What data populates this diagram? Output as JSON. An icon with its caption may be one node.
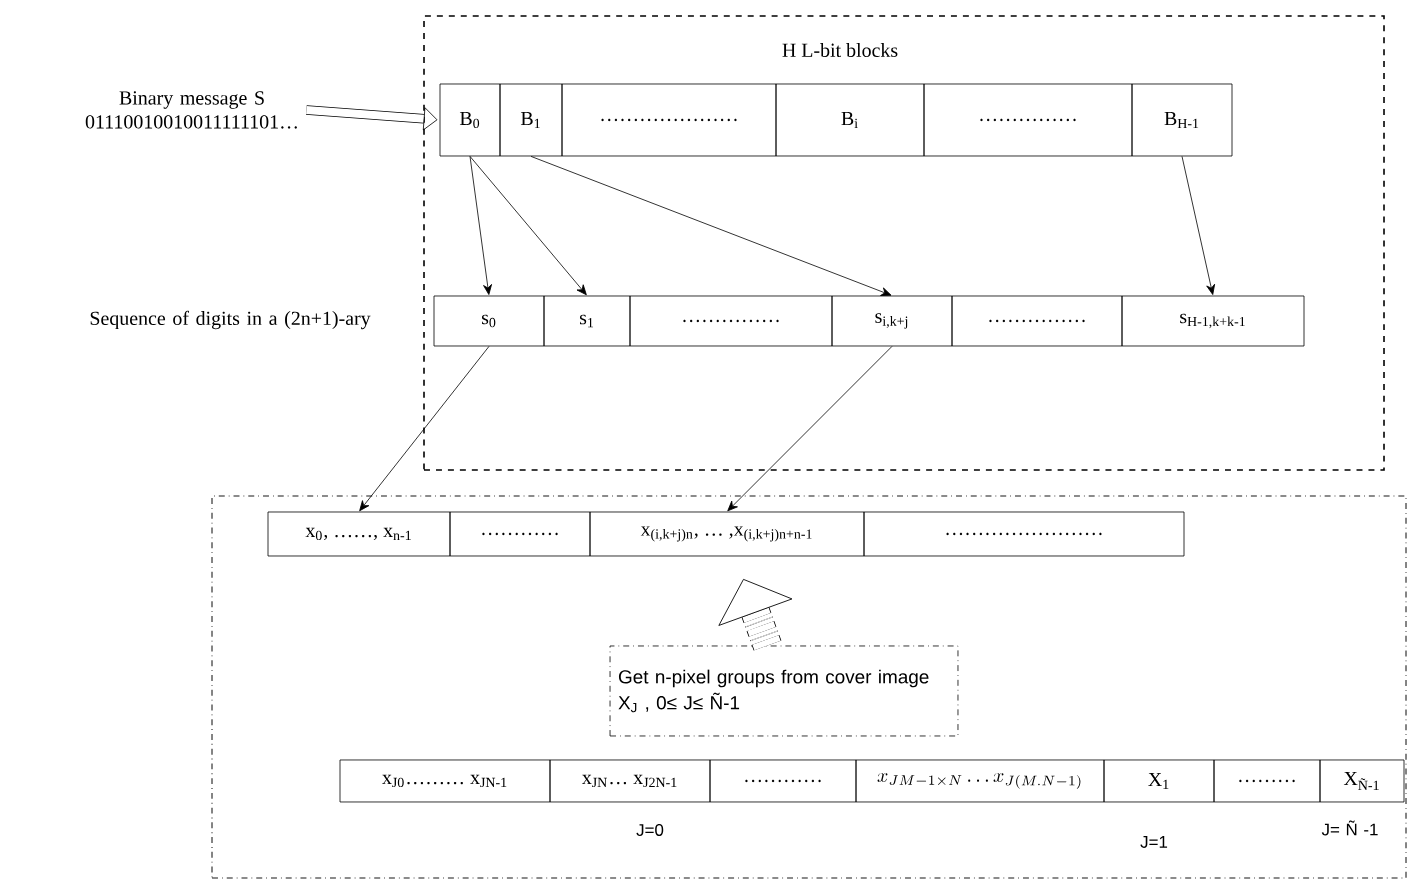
{
  "diagram": {
    "nodes": [
      {
        "text": [
          "Binary message S 01110010010011111101…"
        ]
      },
      {
        "text": [
          "H L-bit blocks"
        ]
      },
      {
        "text": [
          "B$_{0}$"
        ],
        "in": 1
      },
      {
        "text": [
          "B$_{1}$"
        ],
        "in": 1
      },
      {
        "text": [
          "…………………"
        ],
        "in": 1
      },
      {
        "text": [
          "B$_{i}$"
        ],
        "in": 1
      },
      {
        "text": [
          "……………"
        ],
        "in": 1
      },
      {
        "text": [
          "B$_{H-1}$"
        ],
        "in": 1
      },
      {
        "text": [
          "s$_{0}$"
        ],
        "in": 1
      },
      {
        "text": [
          "s$_{1}$"
        ],
        "in": 1
      },
      {
        "text": [
          "……………"
        ],
        "in": 1
      },
      {
        "text": [
          "s$_{i,k+j}$"
        ],
        "in": 1
      },
      {
        "text": [
          "……………"
        ],
        "in": 1
      },
      {
        "text": [
          "s$_{H-1,k+k-1}$"
        ],
        "in": 1
      },
      {
        "text": [],
        "shape": "box"
      },
      {
        "text": [
          "x$_{0}$, ……, x$_{n-1}$"
        ],
        "in": 14
      },
      {
        "text": [
          "…………"
        ],
        "in": 14
      },
      {
        "text": [
          "x$_{(i,k+j)n}$, … ,x$_{(i,k+j)n+n-1}$"
        ],
        "in": 14
      },
      {
        "text": [
          "……………………"
        ],
        "in": 14
      },
      {
        "text": [
          "Get n-pixel groups from cover image X$_{J}$ , 0≤ J≤ Ñ-1"
        ],
        "in": 14
      },
      {
        "text": [
          "x$_{J0}$……… x$_{JN-1}$"
        ],
        "in": 14
      },
      {
        "text": [
          "x$_{JN}$… x$_{J2N-1}$"
        ],
        "in": 14
      },
      {
        "text": [
          "…………"
        ],
        "in": 14
      },
      {
        "text": [
          "x_{JM-1 \\times N}\\ldots x_{J(M.N-1)}"
        ],
        "in": 14
      },
      {
        "text": [
          "X$_{1}$"
        ],
        "in": 14
      },
      {
        "text": [
          "………"
        ],
        "in": 14
      },
      {
        "text": [
          "X$_{Ñ-1}$"
        ],
        "in": 14
      }
    ],
    "edges": [
      {
        "from": 0,
        "to": 2,
        "arrow": "to",
        "style": "thick"
      },
      {
        "from": 2,
        "to": 8,
        "arrow": "to"
      },
      {
        "from": 2,
        "to": 9,
        "arrow": "to"
      },
      {
        "from": 3,
        "to": 11,
        "arrow": "to"
      },
      {
        "from": 7,
        "to": 13,
        "arrow": "to"
      },
      {
        "from": 8,
        "to": 15,
        "arrow": "to"
      },
      {
        "from": 11,
        "to": 17,
        "arrow": "to"
      },
      {
        "from": 19,
        "to": 17,
        "arrow": "to",
        "style": "dashed"
      }
    ],
    "labels": [
      "Sequence of digits in a (2n+1)-ary",
      "J=0",
      "J=1",
      "J= Ñ -1"
    ]
  }
}
